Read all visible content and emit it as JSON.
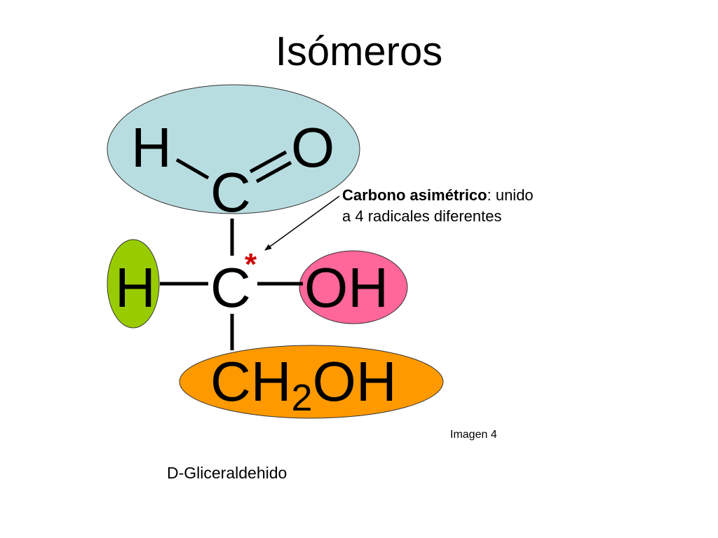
{
  "slide": {
    "title": "Isómeros",
    "caption": "Imagen 4",
    "compound_name": "D-Gliceraldehido"
  },
  "annotation": {
    "bold_text": "Carbono asimétrico",
    "rest_line1": ": unido",
    "line2": "a 4 radicales diferentes"
  },
  "molecule": {
    "aldehyde_h": "H",
    "aldehyde_o": "O",
    "aldehyde_c": "C",
    "chiral_c": "C",
    "chiral_marker": "*",
    "left_h": "H",
    "hydroxyl": "OH",
    "ch2oh_c": "CH",
    "ch2oh_sub": "2",
    "ch2oh_oh": "OH"
  },
  "colors": {
    "aldehyde_group": "#b8dde0",
    "hydrogen_group": "#99cc00",
    "hydroxyl_group": "#ff6699",
    "ch2oh_group": "#ff9900",
    "outline": "#333333"
  }
}
